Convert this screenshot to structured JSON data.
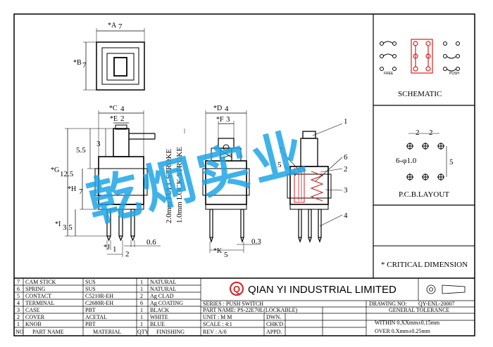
{
  "watermark": "乾炯实业",
  "dims": {
    "a": "*A",
    "a_val": "7",
    "b": "*B",
    "b_val": "7",
    "c": "*C",
    "c_val": "4",
    "e": "*E",
    "e_val": "2",
    "d": "*D",
    "d_val": "4",
    "f": "*F",
    "f_val": "3",
    "three": "3",
    "five_five": "5.5",
    "g": "*G",
    "g_val": "12.5",
    "h": "*H",
    "h_val": "7",
    "i": "*I",
    "i_val": "3.5",
    "j": "*J",
    "j_val": "1",
    "two": "2",
    "zero_six": "0.6",
    "k": "*K",
    "k_val": "5",
    "zero_three": "0.3",
    "stroke_full": "2.0mm FULL STROKE",
    "stroke_lock": "1.0mm LOCK STROKE"
  },
  "callouts": [
    "1",
    "2",
    "3",
    "4",
    "5",
    "6",
    "7"
  ],
  "schematic": {
    "label": "SCHEMATIC",
    "free": "FREE",
    "push": "PUSH"
  },
  "pcb": {
    "label": "P.C.B.LAYOUT",
    "pitch1": "2",
    "pitch2": "2",
    "hole": "6-φ1.0",
    "height": "5"
  },
  "critical": "* CRITICAL  DIMENSION",
  "bom": [
    {
      "no": "7",
      "part": "CAM STICK",
      "mat": "SUS",
      "qty": "1",
      "fin": "NATURAL"
    },
    {
      "no": "6",
      "part": "SPRING",
      "mat": "SUS",
      "qty": "1",
      "fin": "NATURAL"
    },
    {
      "no": "5",
      "part": "CONTACT",
      "mat": "C5210R-EH",
      "qty": "2",
      "fin": "Ag CLAD"
    },
    {
      "no": "4",
      "part": "TERMINAL",
      "mat": "C2680R-EH",
      "qty": "6",
      "fin": "Ag COATING"
    },
    {
      "no": "3",
      "part": "CASE",
      "mat": "PBT",
      "qty": "1",
      "fin": "BLACK"
    },
    {
      "no": "2",
      "part": "COVER",
      "mat": "ACETAL",
      "qty": "1",
      "fin": "WHITE"
    },
    {
      "no": "1",
      "part": "KNOB",
      "mat": "PBT",
      "qty": "1",
      "fin": "BLUE"
    }
  ],
  "bom_head": {
    "no": "NO",
    "part": "PART NAME",
    "mat": "MATERIAL",
    "qty": "QTY",
    "fin": "FINISHING"
  },
  "company": {
    "logo": "Q",
    "name": "QIAN YI INDUSTRIAL LIMITED"
  },
  "title": {
    "series": "SERIES : PUSH SWITCH",
    "part_name": "PART NAME: PS-22E70L(LOCKABLE)",
    "unit": "UNIT : M M",
    "scale": "SCALE : 4:1",
    "rev": "REV  : A/0",
    "dwn": "DWN.",
    "chkd": "CHK'D",
    "appd": "APPD.",
    "drawing_no": "DRAWING NO:",
    "drawing_val": "QY-ENL-20007",
    "gen_tol": "GENERAL TOLERANCE",
    "tol1": "WITHIN 0.XXmm±0.15mm",
    "tol2": "OVER   0.Xmm±0.25mm"
  },
  "colors": {
    "watermark": "#1fa5e6",
    "red": "#d42020",
    "line": "#000000"
  }
}
